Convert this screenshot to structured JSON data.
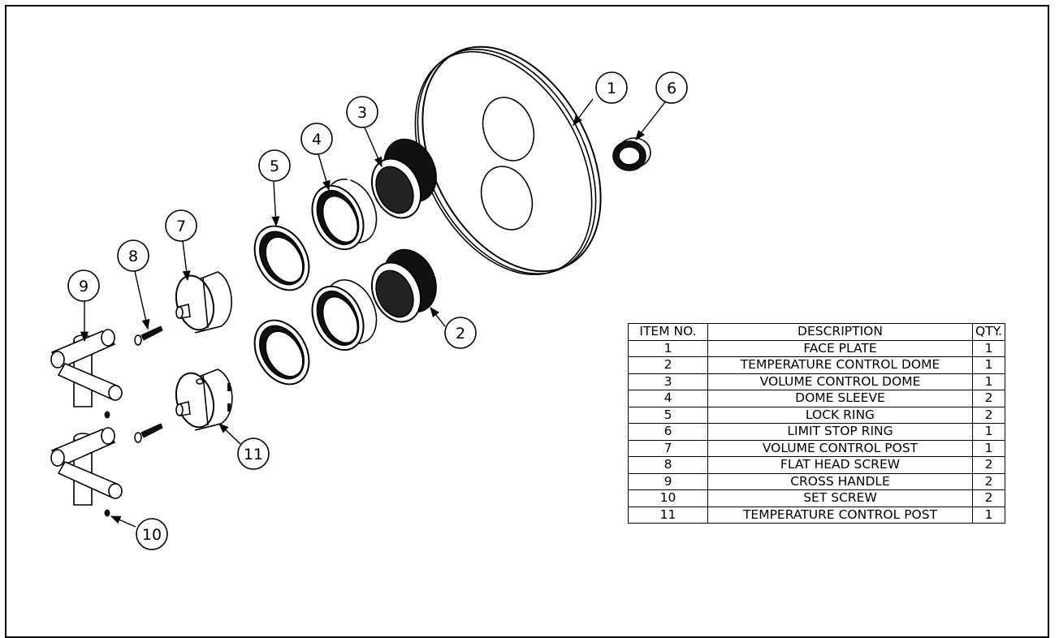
{
  "callouts": [
    {
      "n": "1"
    },
    {
      "n": "2"
    },
    {
      "n": "3"
    },
    {
      "n": "4"
    },
    {
      "n": "5"
    },
    {
      "n": "6"
    },
    {
      "n": "7"
    },
    {
      "n": "8"
    },
    {
      "n": "9"
    },
    {
      "n": "10"
    },
    {
      "n": "11"
    }
  ],
  "bom": {
    "headers": [
      "ITEM NO.",
      "DESCRIPTION",
      "QTY."
    ],
    "rows": [
      {
        "item": "1",
        "description": "FACE PLATE",
        "qty": "1"
      },
      {
        "item": "2",
        "description": "TEMPERATURE CONTROL DOME",
        "qty": "1"
      },
      {
        "item": "3",
        "description": "VOLUME CONTROL DOME",
        "qty": "1"
      },
      {
        "item": "4",
        "description": "DOME SLEEVE",
        "qty": "2"
      },
      {
        "item": "5",
        "description": "LOCK RING",
        "qty": "2"
      },
      {
        "item": "6",
        "description": "LIMIT STOP RING",
        "qty": "1"
      },
      {
        "item": "7",
        "description": "VOLUME CONTROL POST",
        "qty": "1"
      },
      {
        "item": "8",
        "description": "FLAT HEAD SCREW",
        "qty": "2"
      },
      {
        "item": "9",
        "description": "CROSS HANDLE",
        "qty": "2"
      },
      {
        "item": "10",
        "description": "SET SCREW",
        "qty": "2"
      },
      {
        "item": "11",
        "description": "TEMPERATURE CONTROL POST",
        "qty": "1"
      }
    ]
  }
}
